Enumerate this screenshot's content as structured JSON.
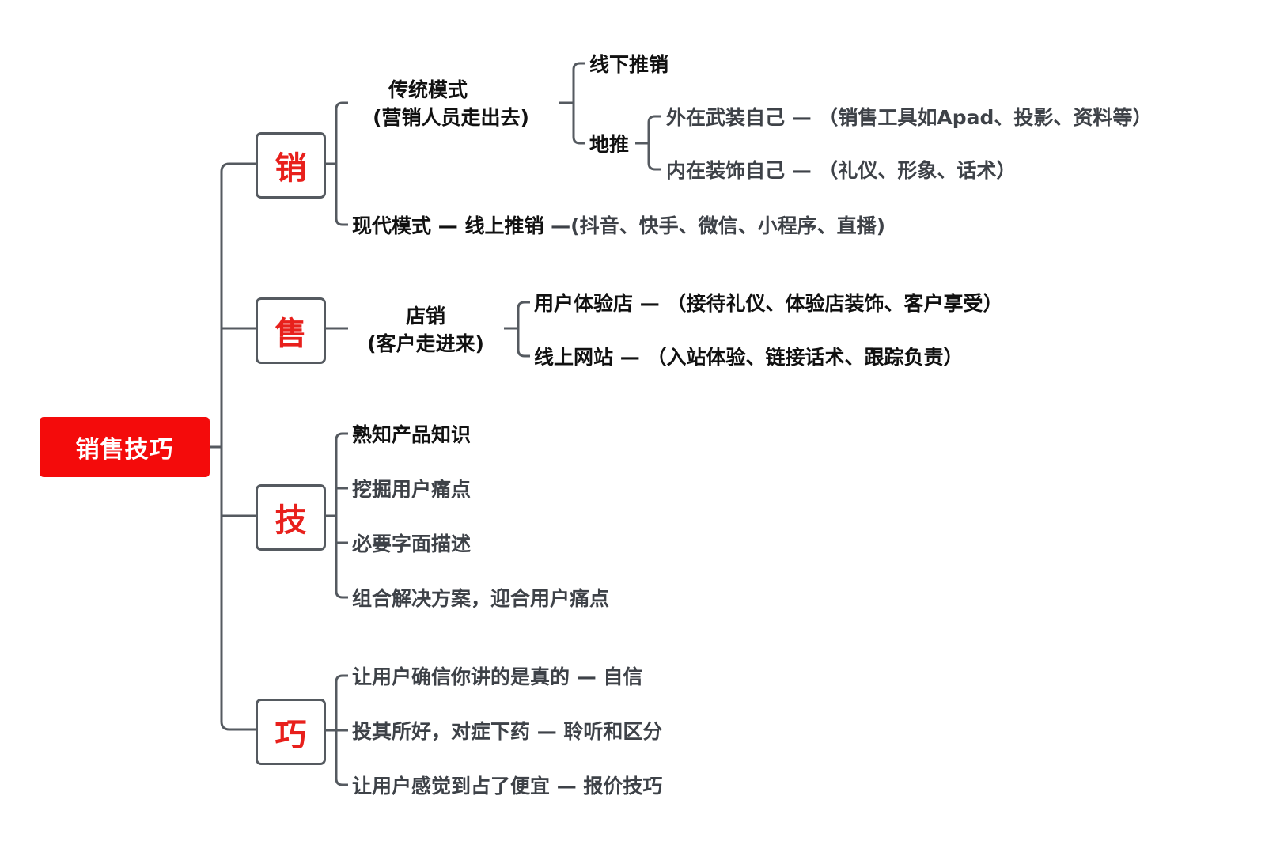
{
  "root": "销售技巧",
  "colors": {
    "root_bg": "#f40b0b",
    "accent_text": "#e8201c",
    "line": "#555a60",
    "text": "#3e4248"
  },
  "branches": {
    "xiao": {
      "label": "销",
      "traditional": {
        "title": "传统模式",
        "subtitle": "(营销人员走出去)"
      },
      "offline": "线下推销",
      "ground": "地推",
      "outer": "外在武装自己 — （销售工具如Apad、投影、资料等）",
      "inner": "内在装饰自己 — （礼仪、形象、话术）",
      "modern": "现代模式",
      "online": "— 线上推销",
      "online_detail": "—(抖音、快手、微信、小程序、直播)"
    },
    "shou": {
      "label": "售",
      "store": {
        "title": "店销",
        "subtitle": "(客户走进来)"
      },
      "experience": "用户体验店",
      "experience_detail": "— （接待礼仪、体验店装饰、客户享受）",
      "website": "线上网站",
      "website_detail": "— （入站体验、链接话术、跟踪负责）"
    },
    "ji": {
      "label": "技",
      "items": [
        "熟知产品知识",
        "挖掘用户痛点",
        "必要字面描述",
        "组合解决方案，迎合用户痛点"
      ]
    },
    "qiao": {
      "label": "巧",
      "items": [
        "让用户确信你讲的是真的 — 自信",
        "投其所好，对症下药 — 聆听和区分",
        "让用户感觉到占了便宜 — 报价技巧"
      ]
    }
  }
}
